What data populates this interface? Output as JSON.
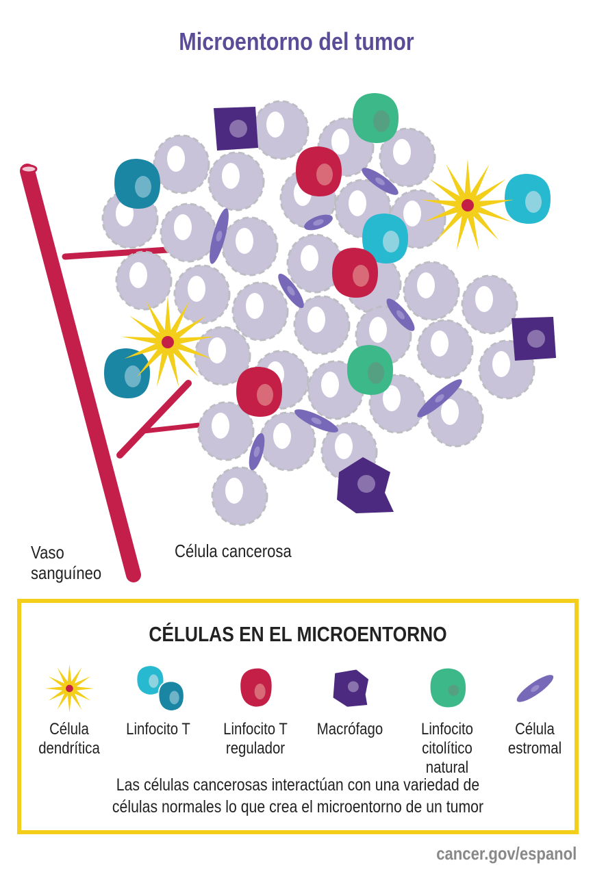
{
  "title": "Microentorno del tumor",
  "labels": {
    "blood_vessel": [
      "Vaso",
      "sanguíneo"
    ],
    "cancer_cell": "Célula cancerosa"
  },
  "legend": {
    "title": "CÉLULAS EN EL MICROENTORNO",
    "items": [
      {
        "label": [
          "Célula",
          "dendrítica"
        ],
        "icon": "dendritic-cell-icon"
      },
      {
        "label": [
          "Linfocito T"
        ],
        "icon": "t-lymphocyte-icon"
      },
      {
        "label": [
          "Linfocito T",
          "regulador"
        ],
        "icon": "regulatory-t-cell-icon"
      },
      {
        "label": [
          "Macrófago"
        ],
        "icon": "macrophage-icon"
      },
      {
        "label": [
          "Linfocito",
          "citolítico",
          "natural"
        ],
        "icon": "nk-cell-icon"
      },
      {
        "label": [
          "Célula",
          "estromal"
        ],
        "icon": "stromal-cell-icon"
      }
    ],
    "caption": [
      "Las células cancerosas interactúan con una variedad de",
      "células normales lo que crea el microentorno de un tumor"
    ]
  },
  "credit": "cancer.gov/espanol",
  "colors": {
    "title": "#5b4c97",
    "vessel": "#c41f4a",
    "cancer": "#c9c3da",
    "dendritic": "#f3cf1b",
    "t_dark": "#1a86a3",
    "t_light": "#27b9cf",
    "treg": "#c41f46",
    "macrophage": "#4b2a7f",
    "nk": "#3db888",
    "stromal": "#7868b8",
    "legend_border": "#f3cf1b"
  }
}
